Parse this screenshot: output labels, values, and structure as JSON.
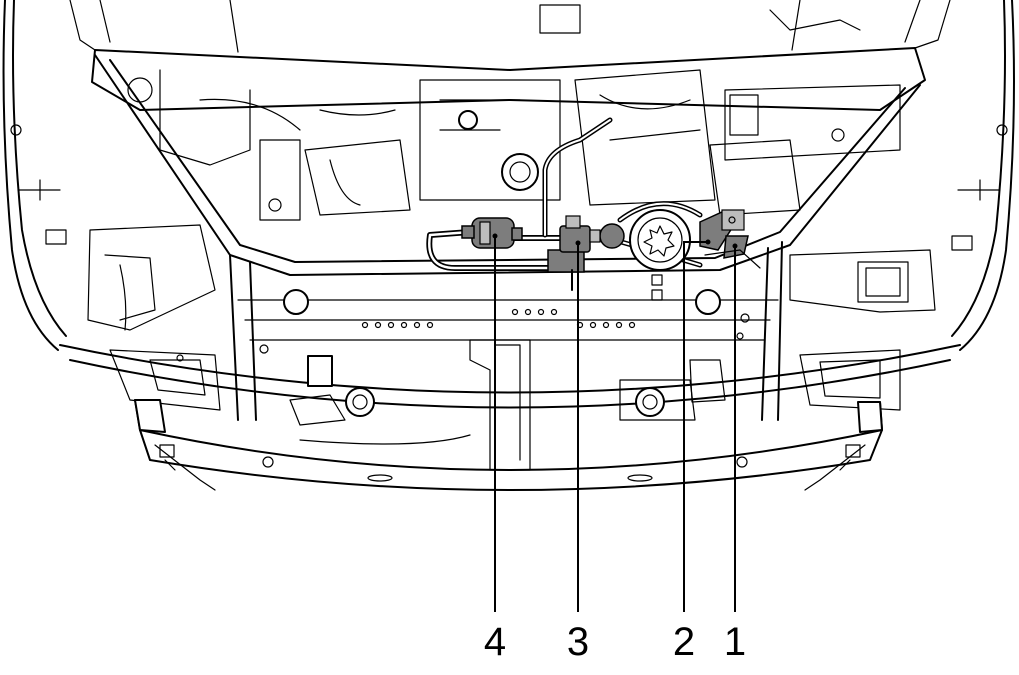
{
  "callouts": [
    {
      "id": "4",
      "label": "4"
    },
    {
      "id": "3",
      "label": "3"
    },
    {
      "id": "2",
      "label": "2"
    },
    {
      "id": "1",
      "label": "1"
    }
  ],
  "colors": {
    "line": "#000000",
    "background": "#ffffff",
    "highlight": "#7d7d7d"
  }
}
